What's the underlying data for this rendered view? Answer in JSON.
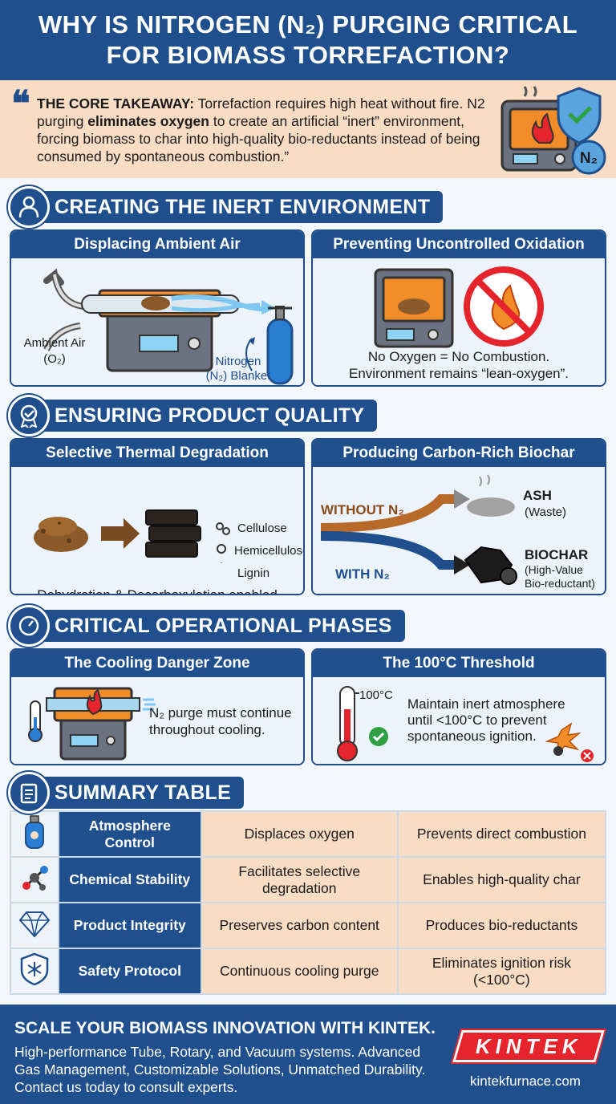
{
  "header": {
    "title": "WHY IS NITROGEN (N₂) PURGING CRITICAL FOR BIOMASS TORREFACTION?"
  },
  "takeaway": {
    "lead": "THE CORE TAKEAWAY:",
    "text1": " Torrefaction requires high heat without fire. N2 purging ",
    "bold": "eliminates oxygen",
    "text2": " to create an artificial “inert” environment, forcing biomass to char into high-quality bio-reductants instead of being consumed by spontaneous combustion.”",
    "badge": "N₂"
  },
  "sections": {
    "inert": {
      "title": "CREATING THE INERT ENVIRONMENT"
    },
    "quality": {
      "title": "ENSURING PRODUCT QUALITY"
    },
    "phases": {
      "title": "CRITICAL OPERATIONAL PHASES"
    },
    "summary": {
      "title": "SUMMARY TABLE"
    }
  },
  "cards": {
    "displacing": {
      "title": "Displacing Ambient Air",
      "ambient": "Ambient Air",
      "ambient_o2": "(O₂)",
      "nitrogen": "Nitrogen",
      "blanket": "(N₂) Blanket"
    },
    "preventing": {
      "title": "Preventing Uncontrolled Oxidation",
      "line1": "No Oxygen = No Combustion.",
      "line2": "Environment remains “lean-oxygen”."
    },
    "selective": {
      "title": "Selective Thermal Degradation",
      "cellulose": "Cellulose",
      "hemicellulose": "Hemicellulose",
      "lignin": "Lignin",
      "caption": "Dehydration & Decarboxylation enabled"
    },
    "biochar": {
      "title": "Producing Carbon-Rich Biochar",
      "without": "WITHOUT N₂",
      "with": "WITH N₂",
      "ash": "ASH",
      "ash_sub": "(Waste)",
      "biochar": "BIOCHAR",
      "biochar_sub1": "(High-Value",
      "biochar_sub2": "Bio-reductant)"
    },
    "cooling": {
      "title": "The Cooling Danger Zone",
      "line1": "N₂ purge must continue",
      "line2": "throughout cooling."
    },
    "threshold": {
      "title": "The 100°C Threshold",
      "temp": "100°C",
      "line1": "Maintain inert atmosphere",
      "line2": "until <100°C to prevent",
      "line3": "spontaneous ignition."
    }
  },
  "summary_table": {
    "rows": [
      {
        "icon": "gas-cylinder-icon",
        "label": "Atmosphere Control",
        "mechanism": "Displaces oxygen",
        "benefit": "Prevents direct combustion"
      },
      {
        "icon": "molecule-icon",
        "label": "Chemical Stability",
        "mechanism": "Facilitates selective degradation",
        "benefit": "Enables high-quality char"
      },
      {
        "icon": "diamond-icon",
        "label": "Product Integrity",
        "mechanism": "Preserves carbon content",
        "benefit": "Produces bio-reductants"
      },
      {
        "icon": "shield-snowflake-icon",
        "label": "Safety Protocol",
        "mechanism": "Continuous cooling purge",
        "benefit": "Eliminates ignition risk (<100°C)"
      }
    ]
  },
  "footer": {
    "title": "SCALE YOUR BIOMASS INNOVATION WITH KINTEK.",
    "body": "High-performance Tube, Rotary, and Vacuum systems. Advanced Gas Management, Customizable Solutions, Unmatched Durability. Contact us today to consult experts.",
    "logo": "KINTEK",
    "site": "kintekfurnace.com"
  },
  "colors": {
    "navy": "#1f4f8c",
    "peach": "#f8dcc3",
    "red": "#e5242b",
    "orange": "#e8591a"
  }
}
